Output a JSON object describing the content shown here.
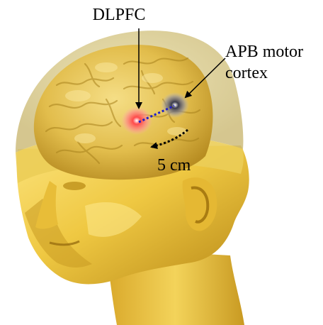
{
  "figure": {
    "labels": {
      "dlpfc": "DLPFC",
      "apb_line1": "APB motor",
      "apb_line2": "cortex",
      "distance": "5 cm"
    },
    "colors": {
      "dlpfc_spot": "#ff3030",
      "apb_spot": "#4a4a5a",
      "connector": "#2020c8",
      "skin": "#f0cd4a",
      "skin_dark": "#a27a1c",
      "cap": "#d9c98a",
      "background": "#ffffff"
    },
    "icons": {
      "brain": "brain-illustration",
      "head": "head-illustration",
      "arrow": "arrow-pointer"
    }
  }
}
